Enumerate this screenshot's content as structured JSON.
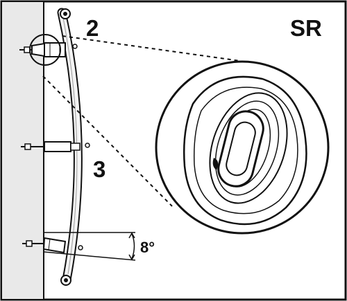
{
  "labels": {
    "step_top": "2",
    "step_middle": "3",
    "side": "SR",
    "angle": "8°"
  },
  "colors": {
    "wall": "#e9e9e9",
    "outline": "#111111",
    "background": "#ffffff"
  },
  "icons": {
    "tilt": "angle-arc-icon",
    "magnifier": "detail-circle-icon"
  }
}
